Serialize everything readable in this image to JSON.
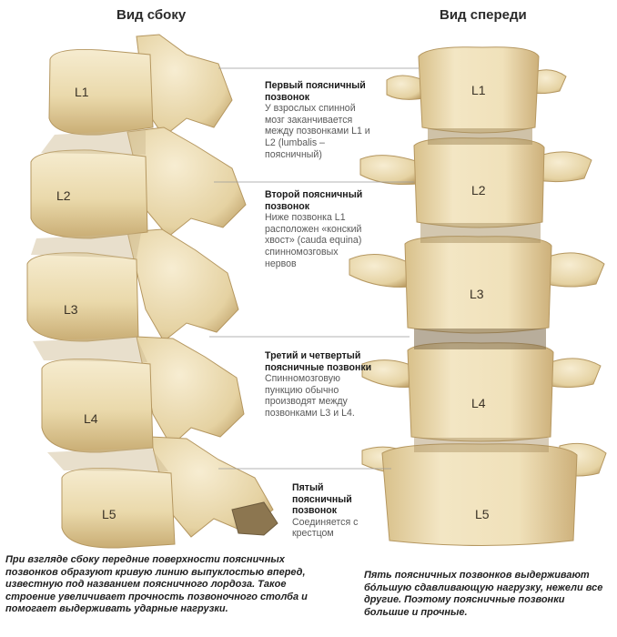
{
  "headings": {
    "side": "Вид сбоку",
    "front": "Вид спереди"
  },
  "vertebra_labels": [
    "L1",
    "L2",
    "L3",
    "L4",
    "L5"
  ],
  "notes": [
    {
      "title": "Первый поясничный позвонок",
      "body": "У взрослых спинной мозг заканчивается между позвонками L1 и L2 (lumbalis – поясничный)"
    },
    {
      "title": "Второй поясничный позвонок",
      "body": "Ниже позвонка L1 расположен «конский хвост» (cauda equina) спинномозговых нервов"
    },
    {
      "title": "Третий и четвертый поясничные позвонки",
      "body": "Спинномозговую пункцию обычно производят между позвонками L3 и L4."
    },
    {
      "title": "Пятый поясничный позвонок",
      "body": "Соединяется с крестцом"
    }
  ],
  "captions": {
    "left": "При взгляде сбоку передние поверхности поясничных позвонков образуют кривую линию выпуклостью вперед, известную под названием поясничного лордоза. Такое строение увеличивает прочность позвоночного столба и помогает выдерживать ударные нагрузки.",
    "right": "Пять поясничных позвонков выдерживают бóльшую сдавливающую нагрузку, нежели все другие. Поэтому поясничные позвонки большие и прочные."
  },
  "colors": {
    "bone_light": "#f4e8c9",
    "bone_mid": "#e3cf9f",
    "bone_shadow": "#b99a61",
    "disc": "#c8b48a"
  }
}
